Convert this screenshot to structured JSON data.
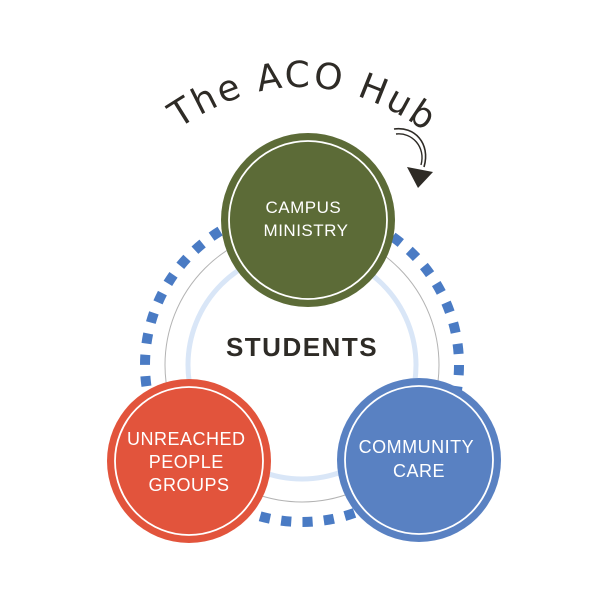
{
  "diagram": {
    "title": "The ACO Hub",
    "center_label": "STUDENTS",
    "nodes": [
      {
        "id": "campus-ministry",
        "lines": [
          "CAMPUS",
          "MINISTRY"
        ],
        "color": "#5c6b37"
      },
      {
        "id": "unreached-people-groups",
        "lines": [
          "UNREACHED",
          "PEOPLE",
          "GROUPS"
        ],
        "color": "#e2543c"
      },
      {
        "id": "community-care",
        "lines": [
          "COMMUNITY",
          "CARE"
        ],
        "color": "#5981c2"
      }
    ],
    "colors": {
      "dotted_ring": "#4a7bc4",
      "ring_light_blue": "#d9e6f7",
      "ring_gray": "#b3b3b3",
      "ink_dark": "#2e2b26",
      "node_text": "#ffffff",
      "node_ring": "#ffffff",
      "background": "#ffffff"
    }
  }
}
